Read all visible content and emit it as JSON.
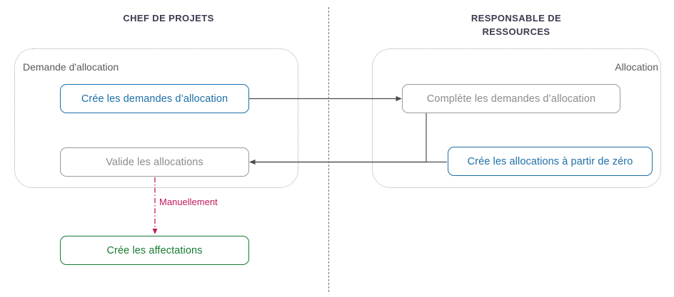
{
  "diagram": {
    "title_hidden": "Processus d'allocation et d'affectation",
    "lanes": [
      {
        "id": "chef-de-projets",
        "title": "CHEF DE PROJETS",
        "pool_label": "Demande d'allocation"
      },
      {
        "id": "responsable-de-ressources",
        "title": "RESPONSABLE DE\nRESSOURCES",
        "pool_label": "Allocation"
      }
    ],
    "nodes": [
      {
        "id": "cree-les-demandes-d-allocation",
        "label": "Crée les demandes  d’allocation",
        "style": "blue"
      },
      {
        "id": "valide-les-allocations",
        "label": "Valide les allocations",
        "style": "gray"
      },
      {
        "id": "cree-les-affectations",
        "label": "Crée les affectations",
        "style": "green"
      },
      {
        "id": "complete-les-demandes-allocation",
        "label": "Complète  les demandes  d’allocation",
        "style": "gray"
      },
      {
        "id": "cree-les-allocations-a-partir-de-zero",
        "label": "Crée les allocations  à partir de zéro",
        "style": "blue"
      }
    ],
    "edges": [
      {
        "id": "edge-demandes-to-complete",
        "from": "cree-les-demandes-d-allocation",
        "to": "complete-les-demandes-allocation",
        "label": "",
        "style": "solid"
      },
      {
        "id": "edge-complete-to-valide",
        "from": "complete-les-demandes-allocation",
        "to": "valide-les-allocations",
        "label": "",
        "style": "solid"
      },
      {
        "id": "edge-zero-to-valide",
        "from": "cree-les-allocations-a-partir-de-zero",
        "to": "valide-les-allocations",
        "label": "",
        "style": "solid"
      },
      {
        "id": "edge-valide-to-affectations",
        "from": "valide-les-allocations",
        "to": "cree-les-affectations",
        "label": "Manuellement",
        "style": "dash-dot"
      }
    ],
    "colors": {
      "blue": "#1b6fa8",
      "gray": "#8b8b8b",
      "gray_border": "#9a9a9a",
      "green": "#177a32",
      "crimson": "#c2185b",
      "lane_title": "#3b3b4f",
      "pool_border": "#a9a9a9",
      "divider": "#6f6f6f",
      "edge": "#4d4d4d",
      "background": "#ffffff"
    }
  }
}
